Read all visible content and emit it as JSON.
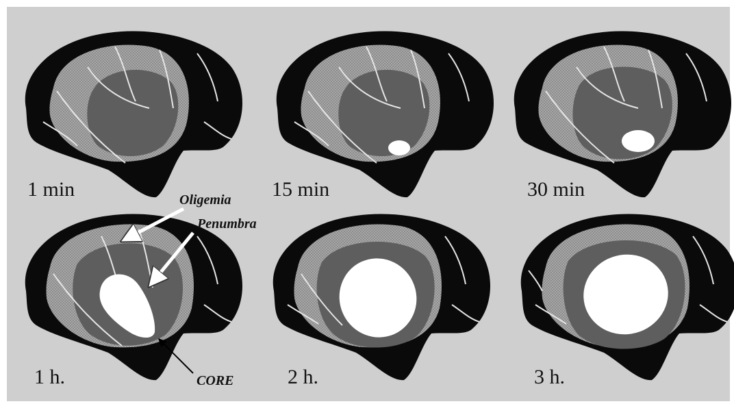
{
  "panels": [
    {
      "time_label": "1 min"
    },
    {
      "time_label": "15 min"
    },
    {
      "time_label": "30 min"
    },
    {
      "time_label": "1 h."
    },
    {
      "time_label": "2 h."
    },
    {
      "time_label": "3 h."
    }
  ],
  "annotations": {
    "oligemia": "Oligemia",
    "penumbra": "Penumbra",
    "core": "CORE"
  },
  "colors": {
    "background": "#cfcfcf",
    "brain": "#0a0a0a",
    "oligemia": "#9a9a9a",
    "penumbra": "#5e5e5e",
    "core": "#ffffff",
    "sulci": "#e6e6e6"
  }
}
